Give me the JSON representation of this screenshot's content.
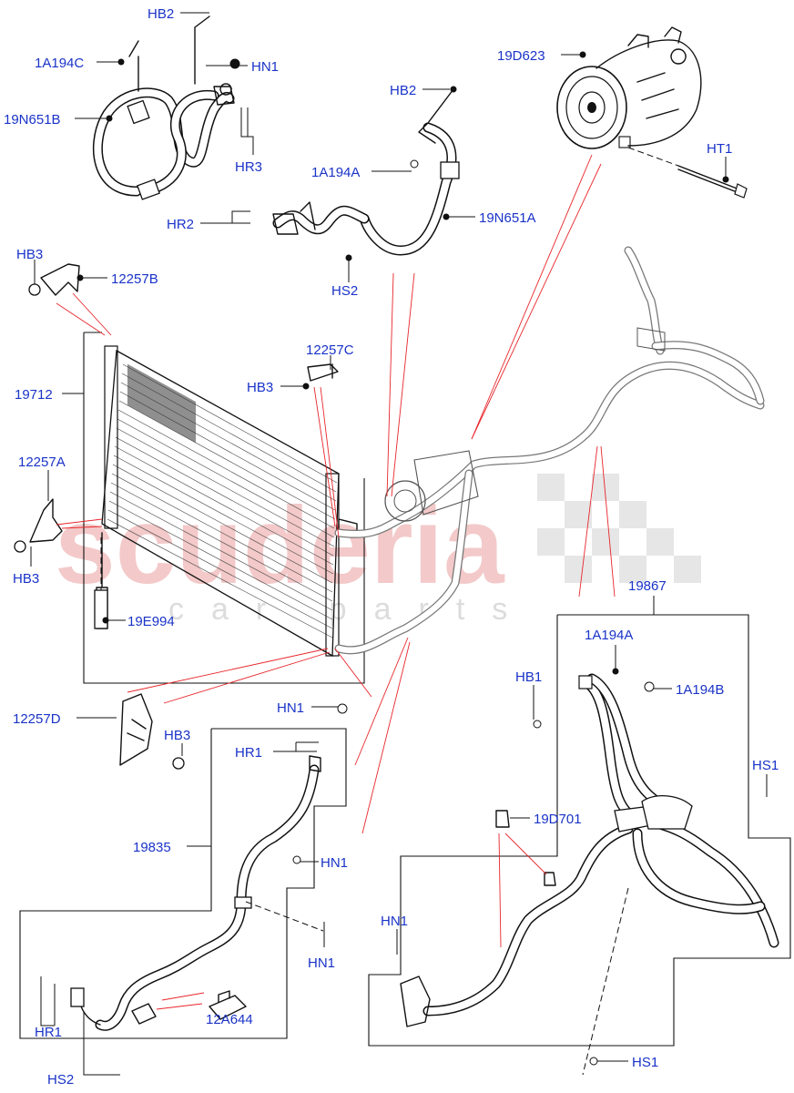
{
  "watermark": {
    "main": "scuderia",
    "sub": "car parts"
  },
  "labels": {
    "hb2_top": "HB2",
    "a1a194c": "1A194C",
    "hn1_top": "HN1",
    "n19n651b": "19N651B",
    "hr3": "HR3",
    "d19d623": "19D623",
    "ht1": "HT1",
    "hb2_mid": "HB2",
    "a1a194a_mid": "1A194A",
    "n19n651a": "19N651A",
    "hr2": "HR2",
    "hs2_mid": "HS2",
    "hb3_topleft": "HB3",
    "b12257b": "12257B",
    "c12257c": "12257C",
    "hb3_mid": "HB3",
    "p19712": "19712",
    "a12257a": "12257A",
    "hb3_left": "HB3",
    "e19e994": "19E994",
    "p19867": "19867",
    "a1a194a_right": "1A194A",
    "hb1": "HB1",
    "b1a194b": "1A194B",
    "d12257d": "12257D",
    "hb3_low": "HB3",
    "hn1_mid": "HN1",
    "hr1_top": "HR1",
    "hs1_right": "HS1",
    "d19d701": "19D701",
    "p19835": "19835",
    "hn1_c": "HN1",
    "hn1_d": "HN1",
    "hn1_e": "HN1",
    "hr1_low": "HR1",
    "a12a644": "12A644",
    "hs2_low": "HS2",
    "hs1_low": "HS1"
  },
  "colors": {
    "label": "#1a33c8",
    "leader_red": "#e8262b",
    "line": "#111111"
  }
}
